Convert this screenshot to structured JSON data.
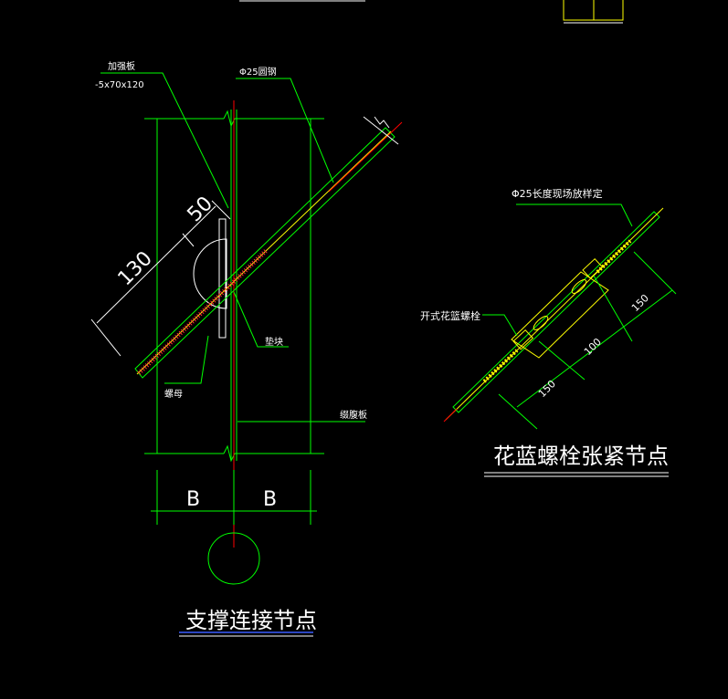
{
  "colors": {
    "background": "#000000",
    "outline": "#00ff00",
    "rod": "#ffff00",
    "thread": "#ff3030",
    "centerline": "#ff0000",
    "text": "#ffffff",
    "title_underline": "#3a5cff"
  },
  "left_detail": {
    "title": "支撑连接节点",
    "labels": {
      "plate_name": "加强板",
      "plate_size": "-5x70x120",
      "rod": "Φ25圆钢",
      "pad": "垫块",
      "nut": "螺母",
      "web": "缀腹板"
    },
    "dims": {
      "d50": "50",
      "d130": "130",
      "b_left": "B",
      "b_right": "B"
    }
  },
  "right_detail": {
    "title": "花蓝螺栓张紧节点",
    "labels": {
      "rod": "Φ25长度现场放样定",
      "turnbuckle": "开式花篮螺栓"
    },
    "dims": {
      "d150_top": "150",
      "d100": "100",
      "d150_bottom": "150"
    }
  }
}
